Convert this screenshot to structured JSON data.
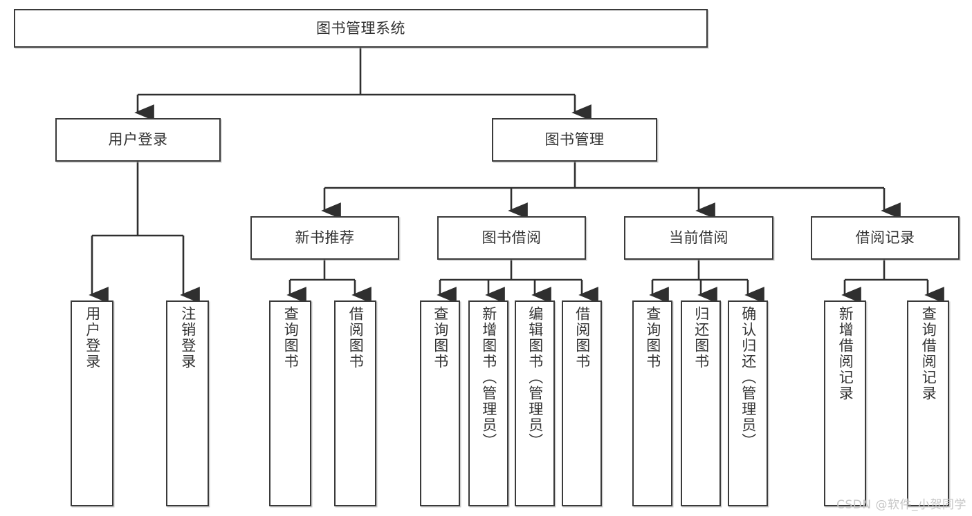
{
  "diagram": {
    "type": "tree",
    "title": "图书管理系统",
    "watermark": "CSDN @软件_小贺同学",
    "colors": {
      "box_border": "#3a3a3a",
      "box_fill": "#ffffff",
      "line": "#2f2f2f",
      "text": "#333333",
      "watermark": "#c6c6c6"
    },
    "nodes": {
      "root": {
        "label": "图书管理系统"
      },
      "level2": [
        {
          "label": "用户登录"
        },
        {
          "label": "图书管理"
        }
      ],
      "level3": [
        {
          "label": "新书推荐"
        },
        {
          "label": "图书借阅"
        },
        {
          "label": "当前借阅"
        },
        {
          "label": "借阅记录"
        }
      ],
      "leaves_user_login": [
        {
          "label": "用户登录"
        },
        {
          "label": "注销登录"
        }
      ],
      "leaves_new_books": [
        {
          "label": "查询图书"
        },
        {
          "label": "借阅图书"
        }
      ],
      "leaves_borrow": [
        {
          "label": "查询图书"
        },
        {
          "label": "新增图书（管理员）"
        },
        {
          "label": "编辑图书（管理员）"
        },
        {
          "label": "借阅图书"
        }
      ],
      "leaves_current": [
        {
          "label": "查询图书"
        },
        {
          "label": "归还图书"
        },
        {
          "label": "确认归还（管理员）"
        }
      ],
      "leaves_records": [
        {
          "label": "新增借阅记录"
        },
        {
          "label": "查询借阅记录"
        }
      ]
    }
  }
}
